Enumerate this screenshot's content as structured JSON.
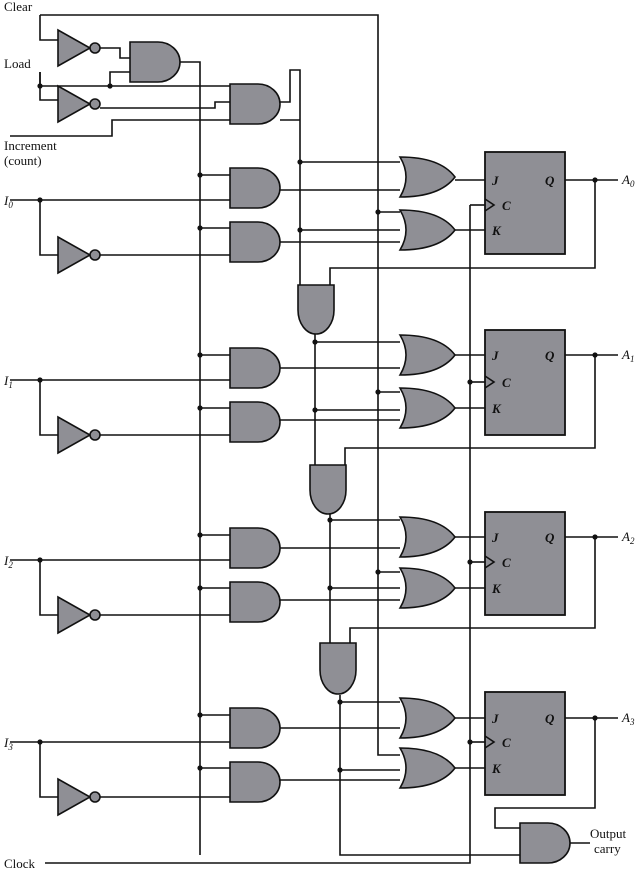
{
  "inputs": {
    "clear": "Clear",
    "load": "Load",
    "increment_line1": "Increment",
    "increment_line2": "(count)",
    "i0": "I",
    "i0_sub": "0",
    "i1": "I",
    "i1_sub": "1",
    "i2": "I",
    "i2_sub": "2",
    "i3": "I",
    "i3_sub": "3",
    "clock": "Clock"
  },
  "outputs": {
    "a0": "A",
    "a0_sub": "0",
    "a1": "A",
    "a1_sub": "1",
    "a2": "A",
    "a2_sub": "2",
    "a3": "A",
    "a3_sub": "3",
    "carry_line1": "Output",
    "carry_line2": "carry"
  },
  "flipflop_pins": {
    "j": "J",
    "k": "K",
    "c": "C",
    "q": "Q"
  },
  "colors": {
    "gate_fill": "#8f8f95",
    "wire": "#111111",
    "background": "#ffffff"
  }
}
